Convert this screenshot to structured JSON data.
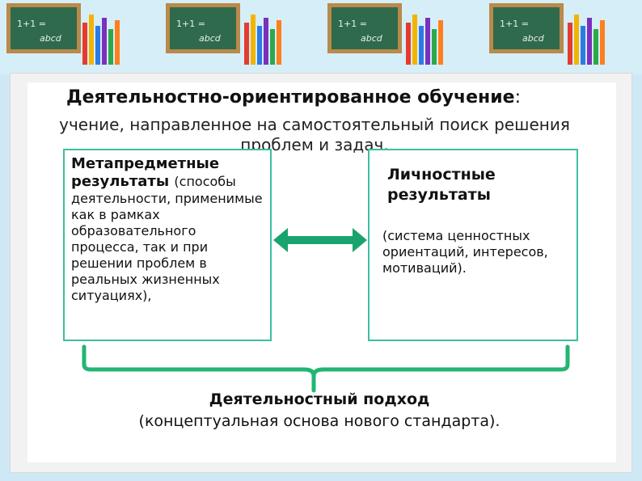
{
  "header": {
    "decor_boards": [
      "1+1 = abcd",
      "1+1 = abcd",
      "1+1 = abcd",
      "1+1 = abcd"
    ],
    "board_text": "1+1 =",
    "board_word": "abcd"
  },
  "slide": {
    "title": "Деятельностно-ориентированное обучение",
    "title_colon": ":",
    "subtitle": "учение, направленное на самостоятельный поиск решения проблем и задач."
  },
  "left_box": {
    "heading": "Метапредметные результаты",
    "heading_paren": "(способы",
    "text": "деятельности, применимые как в рамках образовательного процесса, так и при решении проблем в реальных жизненных ситуациях),"
  },
  "right_box": {
    "heading": "Личностные результаты",
    "text": "(система ценностных ориентаций, интересов, мотиваций)."
  },
  "conclusion": {
    "heading": "Деятельностный подход",
    "text": "(концептуальная основа нового стандарта)."
  },
  "colors": {
    "box_border": "#3cbfa0",
    "arrow": "#1aa36f",
    "brace": "#22b573",
    "chalkboard": "#2f6a4c"
  }
}
